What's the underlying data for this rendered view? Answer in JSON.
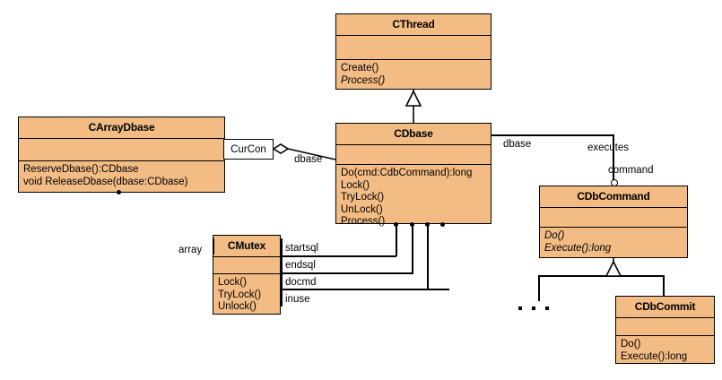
{
  "diagram": {
    "title": "UML class diagram",
    "fill_color": "#f2bc84",
    "line_color": "#000000",
    "background": "#ffffff"
  },
  "classes": {
    "cthread": {
      "name": "CThread",
      "attributes": [],
      "operations": [
        {
          "text": "Create()",
          "italic": false
        },
        {
          "text": "Process()",
          "italic": true
        }
      ]
    },
    "cdbase": {
      "name": "CDbase",
      "attributes": [],
      "operations": [
        {
          "text": "Do(cmd:CdbCommand):long",
          "italic": false
        },
        {
          "text": "Lock()",
          "italic": false
        },
        {
          "text": "TryLock()",
          "italic": false
        },
        {
          "text": "UnLock()",
          "italic": false
        },
        {
          "text": "Process()",
          "italic": false
        }
      ]
    },
    "carraydbase": {
      "name": "CArrayDbase",
      "attributes": [],
      "operations": [
        {
          "text": "ReserveDbase():CDbase",
          "italic": false
        },
        {
          "text": "void ReleaseDbase(dbase:CDbase)",
          "italic": false
        }
      ]
    },
    "cdbcommand": {
      "name": "CDbCommand",
      "attributes": [],
      "operations": [
        {
          "text": "Do()",
          "italic": true
        },
        {
          "text": "Execute():long",
          "italic": true
        }
      ]
    },
    "cdbcommit": {
      "name": "CDbCommit",
      "attributes": [],
      "operations": [
        {
          "text": "Do()",
          "italic": false
        },
        {
          "text": "Execute():long",
          "italic": false
        }
      ]
    },
    "cmutex": {
      "name": "CMutex",
      "attributes": [],
      "operations": [
        {
          "text": "Lock()",
          "italic": false
        },
        {
          "text": "TryLock()",
          "italic": false
        },
        {
          "text": "Unlock()",
          "italic": false
        }
      ]
    }
  },
  "association_labels": {
    "curcon": "CurCon",
    "dbase_left": "dbase",
    "dbase_right": "dbase",
    "executes": "executes",
    "command": "command",
    "array": "array",
    "startsql": "startsql",
    "endsql": "endsql",
    "docmd": "docmd",
    "inuse": "inuse",
    "ellipsis": "..."
  },
  "relationships": [
    {
      "type": "generalization",
      "from": "CDbase",
      "to": "CThread"
    },
    {
      "type": "generalization",
      "from": "CDbCommit",
      "to": "CDbCommand"
    },
    {
      "type": "aggregation",
      "from": "CArrayDbase",
      "to": "CDbase",
      "role": "CurCon",
      "end_label": "dbase"
    },
    {
      "type": "association",
      "from": "CDbase",
      "to": "CDbCommand",
      "label": "executes",
      "end_label": "command",
      "source_label": "dbase"
    },
    {
      "type": "association",
      "from": "CDbase",
      "to": "CMutex",
      "roles": [
        "startsql",
        "endsql",
        "docmd",
        "inuse"
      ],
      "target_role": "array"
    }
  ]
}
